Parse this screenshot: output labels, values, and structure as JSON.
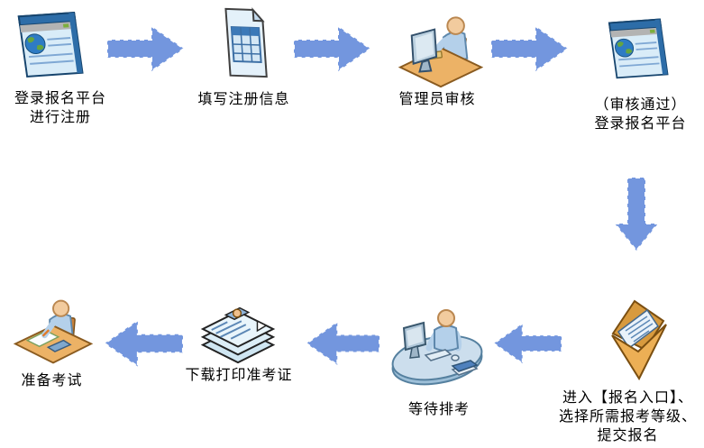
{
  "flow": {
    "steps": [
      {
        "icon": "web-browser-icon",
        "lines": [
          "登录报名平台",
          "进行注册"
        ]
      },
      {
        "icon": "registration-form-icon",
        "lines": [
          "填写注册信息"
        ]
      },
      {
        "icon": "admin-reviewer-icon",
        "lines": [
          "管理员审核"
        ]
      },
      {
        "icon": "web-browser-icon",
        "lines": [
          "（审核通过）",
          "登录报名平台"
        ]
      },
      {
        "icon": "open-envelope-icon",
        "lines": [
          "进入【报名入口】、",
          "选择所需报考等级、",
          "提交报名"
        ]
      },
      {
        "icon": "workstation-icon",
        "lines": [
          "等待排考"
        ]
      },
      {
        "icon": "admission-ticket-stack-icon",
        "lines": [
          "下载打印准考证"
        ]
      },
      {
        "icon": "exam-prep-icon",
        "lines": [
          "准备考试"
        ]
      }
    ],
    "colors": {
      "arrow_fill": "#7396DE",
      "arrow_dash": "#FFFFFF",
      "text": "#000000",
      "background": "#FFFFFF"
    }
  }
}
